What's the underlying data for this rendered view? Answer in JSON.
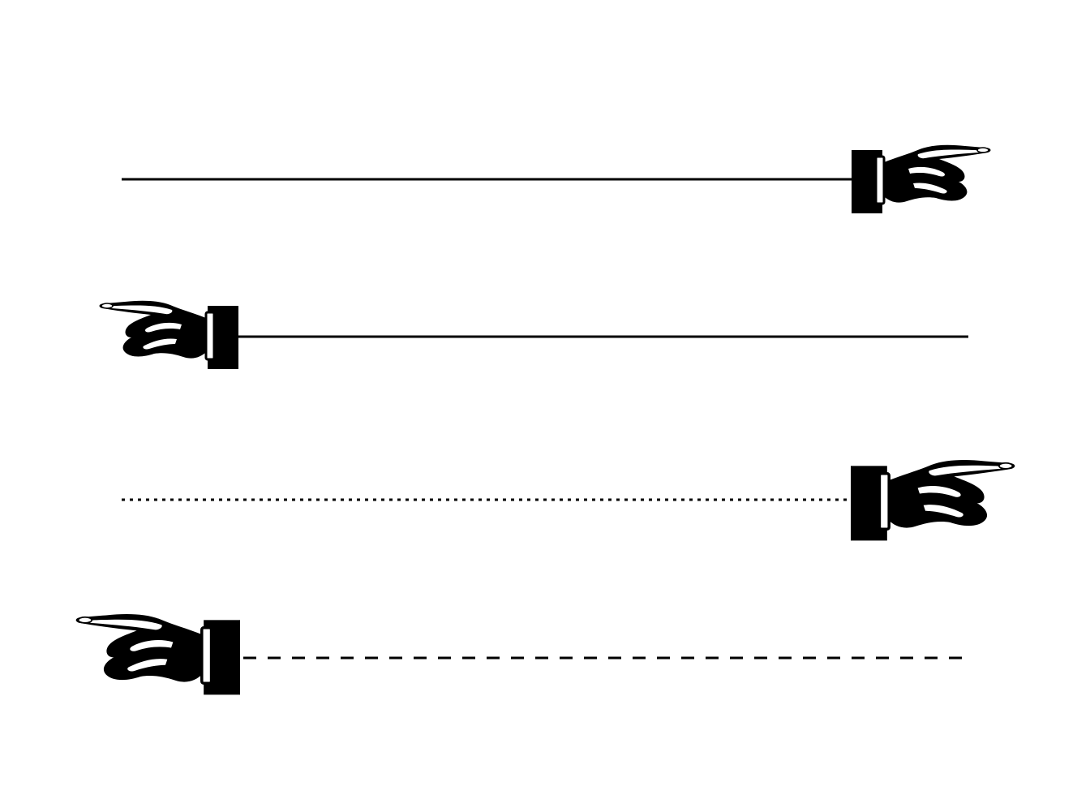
{
  "illustration": {
    "background_color": "#ffffff",
    "ink_color": "#000000",
    "rows": [
      {
        "line_style": "solid",
        "hand_icon": "pointing-hand-right-icon",
        "pointing": "right"
      },
      {
        "line_style": "solid",
        "hand_icon": "pointing-hand-left-icon",
        "pointing": "left"
      },
      {
        "line_style": "dotted",
        "hand_icon": "pointing-hand-right-icon",
        "pointing": "right"
      },
      {
        "line_style": "dashed",
        "hand_icon": "pointing-hand-left-icon",
        "pointing": "left"
      }
    ]
  }
}
